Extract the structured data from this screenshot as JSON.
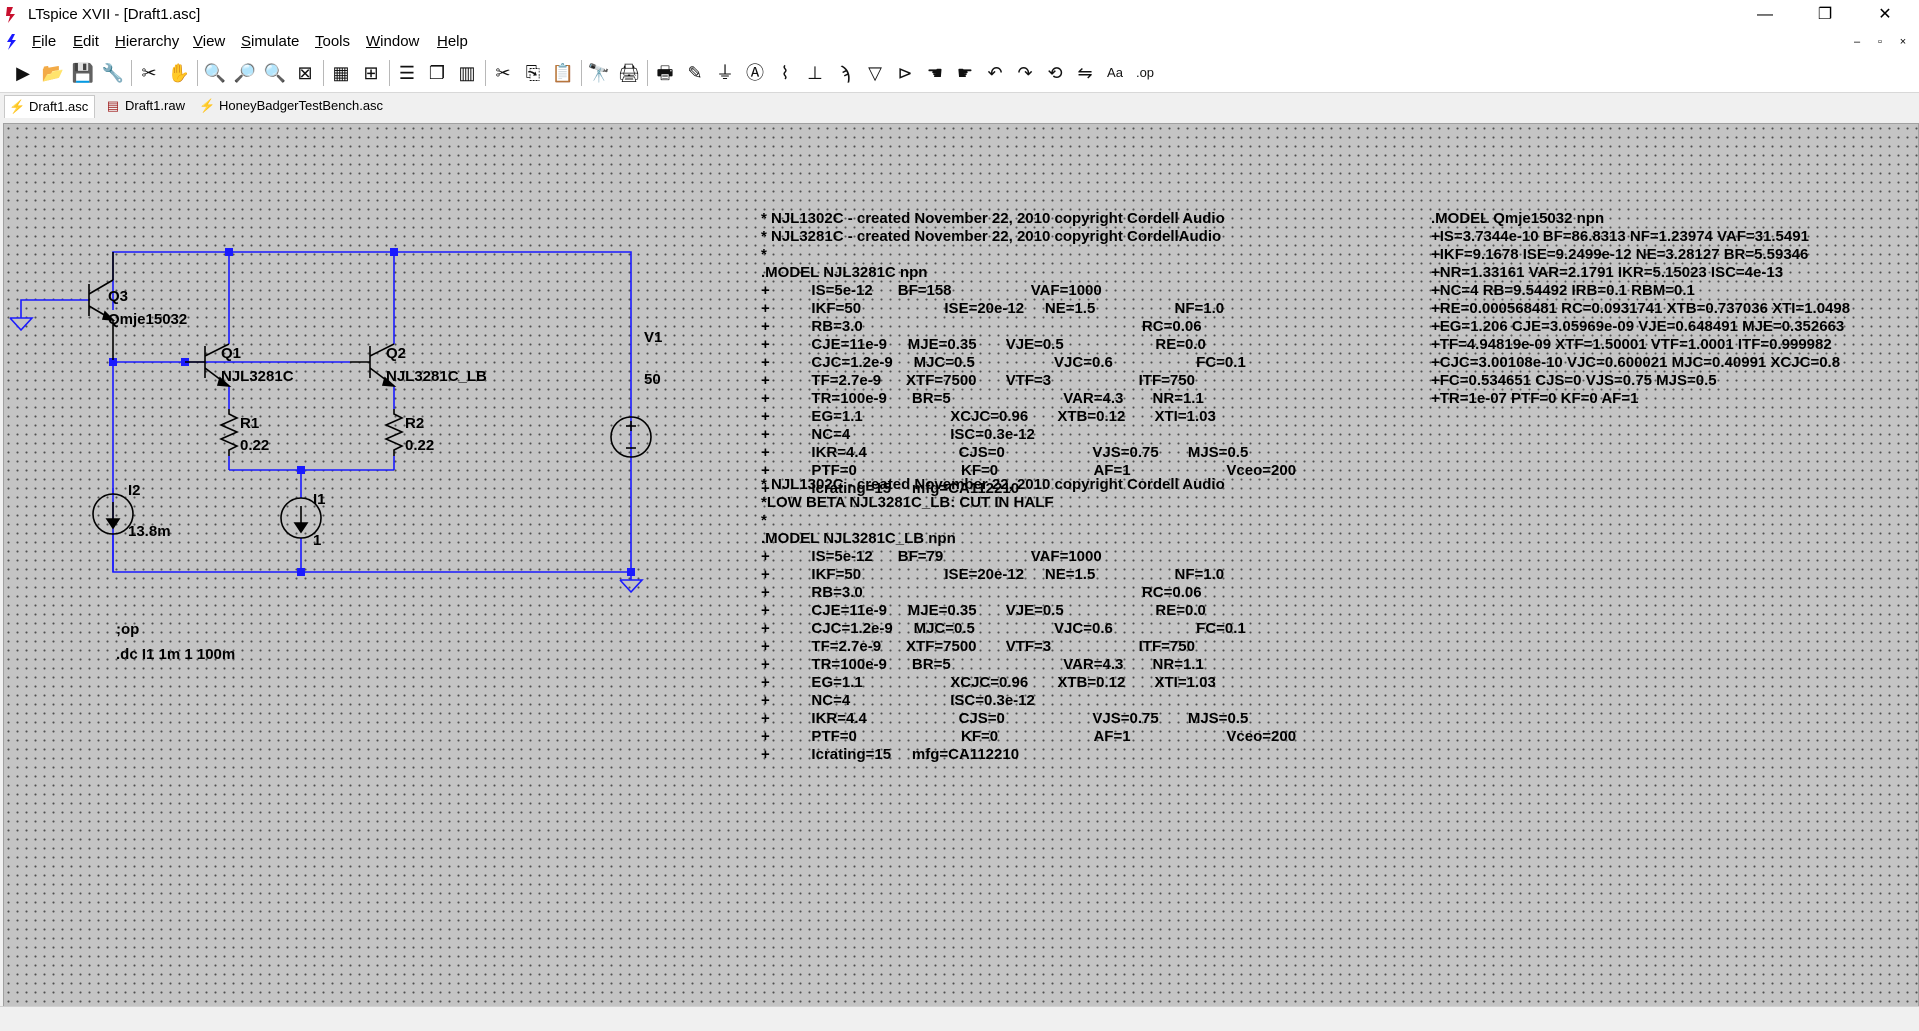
{
  "window": {
    "title": "LTspice XVII - [Draft1.asc]",
    "minimize": "—",
    "restore": "❐",
    "close": "✕"
  },
  "menu": {
    "items": [
      {
        "key": "F",
        "rest": "ile"
      },
      {
        "key": "E",
        "rest": "dit"
      },
      {
        "key": "H",
        "rest": "ierarchy"
      },
      {
        "key": "V",
        "rest": "iew"
      },
      {
        "key": "S",
        "rest": "imulate"
      },
      {
        "key": "T",
        "rest": "ools"
      },
      {
        "key": "W",
        "rest": "indow"
      },
      {
        "key": "H",
        "rest": "elp"
      }
    ],
    "mdi_minimize": "–",
    "mdi_restore": "▫",
    "mdi_close": "×"
  },
  "toolbar": {
    "buttons": [
      {
        "name": "run-icon",
        "glyph": "▶"
      },
      {
        "name": "open-icon",
        "glyph": "📂"
      },
      {
        "name": "save-icon",
        "glyph": "💾"
      },
      {
        "name": "control-panel-icon",
        "glyph": "🔧"
      },
      {
        "name": "halt-icon",
        "glyph": "✂"
      },
      {
        "name": "pan-icon",
        "glyph": "✋"
      },
      {
        "name": "zoom-in-icon",
        "glyph": "🔍"
      },
      {
        "name": "zoom-area-icon",
        "glyph": "🔎"
      },
      {
        "name": "zoom-out-icon",
        "glyph": "🔍"
      },
      {
        "name": "zoom-fit-icon",
        "glyph": "⊠"
      },
      {
        "name": "autorange-icon",
        "glyph": "▦"
      },
      {
        "name": "grid-icon",
        "glyph": "⊞"
      },
      {
        "name": "tile-horizontal-icon",
        "glyph": "☰"
      },
      {
        "name": "cascade-icon",
        "glyph": "❐"
      },
      {
        "name": "tile-vertical-icon",
        "glyph": "▥"
      },
      {
        "name": "cut-icon",
        "glyph": "✂"
      },
      {
        "name": "copy-icon",
        "glyph": "⎘"
      },
      {
        "name": "paste-icon",
        "glyph": "📋"
      },
      {
        "name": "find-icon",
        "glyph": "🔭"
      },
      {
        "name": "print-preview-icon",
        "glyph": "🖨"
      },
      {
        "name": "print-icon",
        "glyph": "🖶"
      },
      {
        "name": "draw-wire-icon",
        "glyph": "✎"
      },
      {
        "name": "ground-icon",
        "glyph": "⏚"
      },
      {
        "name": "net-label-icon",
        "glyph": "Ⓐ"
      },
      {
        "name": "resistor-icon",
        "glyph": "⌇"
      },
      {
        "name": "capacitor-icon",
        "glyph": "⊥"
      },
      {
        "name": "inductor-icon",
        "glyph": "ϡ"
      },
      {
        "name": "diode-icon",
        "glyph": "▽"
      },
      {
        "name": "component-icon",
        "glyph": "⊳"
      },
      {
        "name": "move-icon",
        "glyph": "☚"
      },
      {
        "name": "drag-icon",
        "glyph": "☛"
      },
      {
        "name": "undo-icon",
        "glyph": "↶"
      },
      {
        "name": "redo-icon",
        "glyph": "↷"
      },
      {
        "name": "rotate-icon",
        "glyph": "⟲"
      },
      {
        "name": "mirror-icon",
        "glyph": "⇋"
      },
      {
        "name": "text-icon",
        "glyph": "Aa"
      },
      {
        "name": "spice-directive-icon",
        "glyph": ".op"
      }
    ]
  },
  "tabs": [
    {
      "label": "Draft1.asc",
      "icon": "schematic-icon",
      "glyph": "⚡",
      "active": true
    },
    {
      "label": "Draft1.raw",
      "icon": "waveform-icon",
      "glyph": "▤",
      "active": false
    },
    {
      "label": "HoneyBadgerTestBench.asc",
      "icon": "schematic-icon",
      "glyph": "⚡",
      "active": false
    }
  ],
  "schematic": {
    "wire_color": "#1a1aff",
    "components": {
      "Q3": {
        "name": "Q3",
        "value": "Qmje15032"
      },
      "Q1": {
        "name": "Q1",
        "value": "NJL3281C"
      },
      "Q2": {
        "name": "Q2",
        "value": "NJL3281C_LB"
      },
      "R1": {
        "name": "R1",
        "value": "0.22"
      },
      "R2": {
        "name": "R2",
        "value": "0.22"
      },
      "I1": {
        "name": "I1",
        "value": "1"
      },
      "I2": {
        "name": "I2",
        "value": "13.8m"
      },
      "V1": {
        "name": "V1",
        "value": "50"
      }
    },
    "directives": {
      "op": ";op",
      "dc": ".dc I1 1m 1 100m"
    },
    "model_njl3281c": "* NJL1302C - created November 22, 2010 copyright Cordell Audio\n* NJL3281C - created November 22, 2010 copyright CordellAudio\n*\n.MODEL NJL3281C npn\n+          IS=5e-12      BF=158                   VAF=1000\n+          IKF=50                    ISE=20e-12     NE=1.5                   NF=1.0\n+          RB=3.0                                                                   RC=0.06\n+          CJE=11e-9     MJE=0.35       VJE=0.5                      RE=0.0\n+          CJC=1.2e-9     MJC=0.5                   VJC=0.6                    FC=0.1\n+          TF=2.7e-9      XTF=7500       VTF=3                     ITF=750\n+          TR=100e-9      BR=5                           VAR=4.3       NR=1.1\n+          EG=1.1                     XCJC=0.96       XTB=0.12       XTI=1.03\n+          NC=4                        ISC=0.3e-12\n+          IKR=4.4                      CJS=0                     VJS=0.75       MJS=0.5\n+          PTF=0                         KF=0                       AF=1                       Vceo=200\n+          Icrating=15     mfg=CA112210",
    "model_njl3281c_lb": "* NJL1302C - created November 22, 2010 copyright Cordell Audio\n*LOW BETA NJL3281C_LB: CUT IN HALF\n*\n.MODEL NJL3281C_LB npn\n+          IS=5e-12      BF=79                     VAF=1000\n+          IKF=50                    ISE=20e-12     NE=1.5                   NF=1.0\n+          RB=3.0                                                                   RC=0.06\n+          CJE=11e-9     MJE=0.35       VJE=0.5                      RE=0.0\n+          CJC=1.2e-9     MJC=0.5                   VJC=0.6                    FC=0.1\n+          TF=2.7e-9      XTF=7500       VTF=3                     ITF=750\n+          TR=100e-9      BR=5                           VAR=4.3       NR=1.1\n+          EG=1.1                     XCJC=0.96       XTB=0.12       XTI=1.03\n+          NC=4                        ISC=0.3e-12\n+          IKR=4.4                      CJS=0                     VJS=0.75       MJS=0.5\n+          PTF=0                         KF=0                       AF=1                       Vceo=200\n+          Icrating=15     mfg=CA112210",
    "model_qmje15032": ".MODEL Qmje15032 npn\n+IS=3.7344e-10 BF=86.8313 NF=1.23974 VAF=31.5491\n+IKF=9.1678 ISE=9.2499e-12 NE=3.28127 BR=5.59346\n+NR=1.33161 VAR=2.1791 IKR=5.15023 ISC=4e-13\n+NC=4 RB=9.54492 IRB=0.1 RBM=0.1\n+RE=0.000568481 RC=0.0931741 XTB=0.737036 XTI=1.0498\n+EG=1.206 CJE=3.05969e-09 VJE=0.648491 MJE=0.352663\n+TF=4.94819e-09 XTF=1.50001 VTF=1.0001 ITF=0.999982\n+CJC=3.00108e-10 VJC=0.600021 MJC=0.40991 XCJC=0.8\n+FC=0.534651 CJS=0 VJS=0.75 MJS=0.5\n+TR=1e-07 PTF=0 KF=0 AF=1"
  }
}
